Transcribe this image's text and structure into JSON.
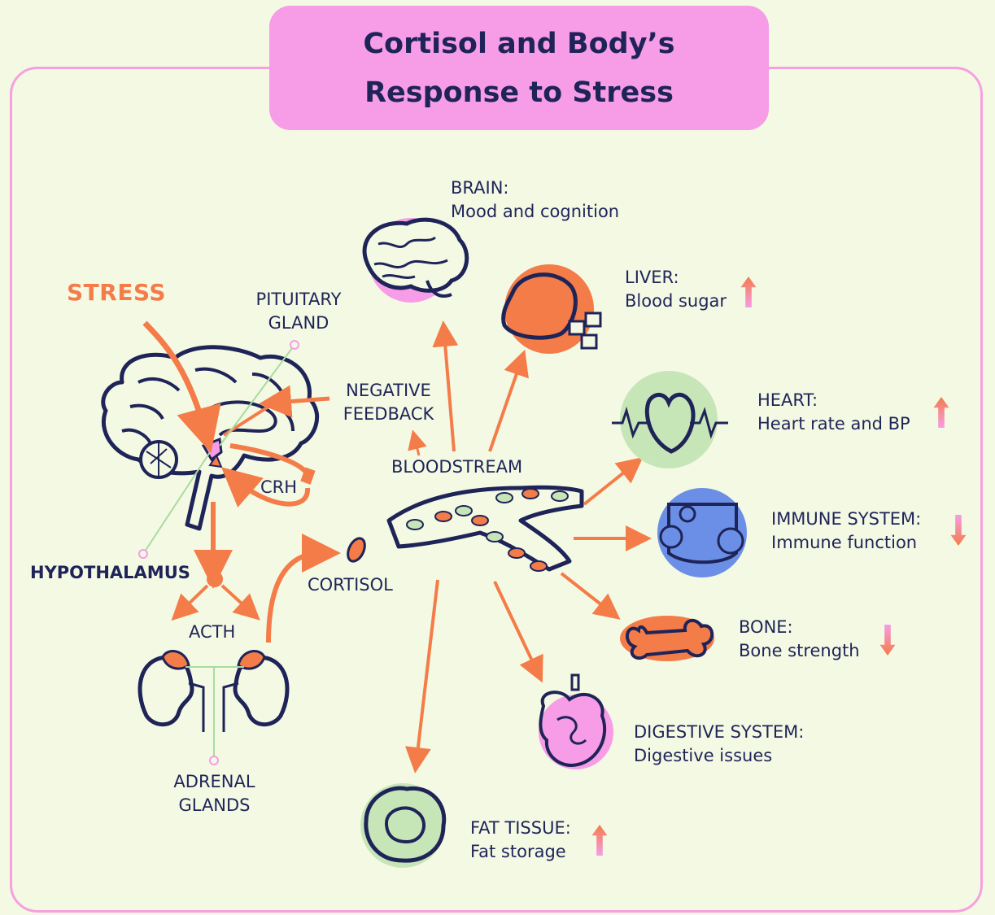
{
  "title": {
    "line1": "Cortisol and Body’s",
    "line2": "Response to Stress"
  },
  "left": {
    "stress": "STRESS",
    "pituitary": [
      "PITUITARY",
      "GLAND"
    ],
    "hypothalamus": "HYPOTHALAMUS",
    "negative_feedback": [
      "NEGATIVE",
      "FEEDBACK"
    ],
    "crh": "CRH",
    "acth": "ACTH",
    "adrenal": [
      "ADRENAL",
      "GLANDS"
    ],
    "cortisol": "CORTISOL",
    "bloodstream": "BLOODSTREAM"
  },
  "effects": [
    {
      "organ": "BRAIN:",
      "effect": "Mood and cognition",
      "direction": "none"
    },
    {
      "organ": "LIVER:",
      "effect": "Blood sugar",
      "direction": "up"
    },
    {
      "organ": "HEART:",
      "effect": "Heart rate and BP",
      "direction": "up"
    },
    {
      "organ": "IMMUNE SYSTEM:",
      "effect": "Immune function",
      "direction": "down"
    },
    {
      "organ": "BONE:",
      "effect": "Bone strength",
      "direction": "down"
    },
    {
      "organ": "DIGESTIVE SYSTEM:",
      "effect": "Digestive issues",
      "direction": "none"
    },
    {
      "organ": "FAT TISSUE:",
      "effect": "Fat storage",
      "direction": "up"
    }
  ],
  "colors": {
    "background": "#f4f9e4",
    "accent_pink": "#f79ce6",
    "accent_orange": "#f47c48",
    "navy": "#1f2458",
    "green_blob": "#c7e6b8",
    "blue_blob": "#6b8fe6"
  }
}
